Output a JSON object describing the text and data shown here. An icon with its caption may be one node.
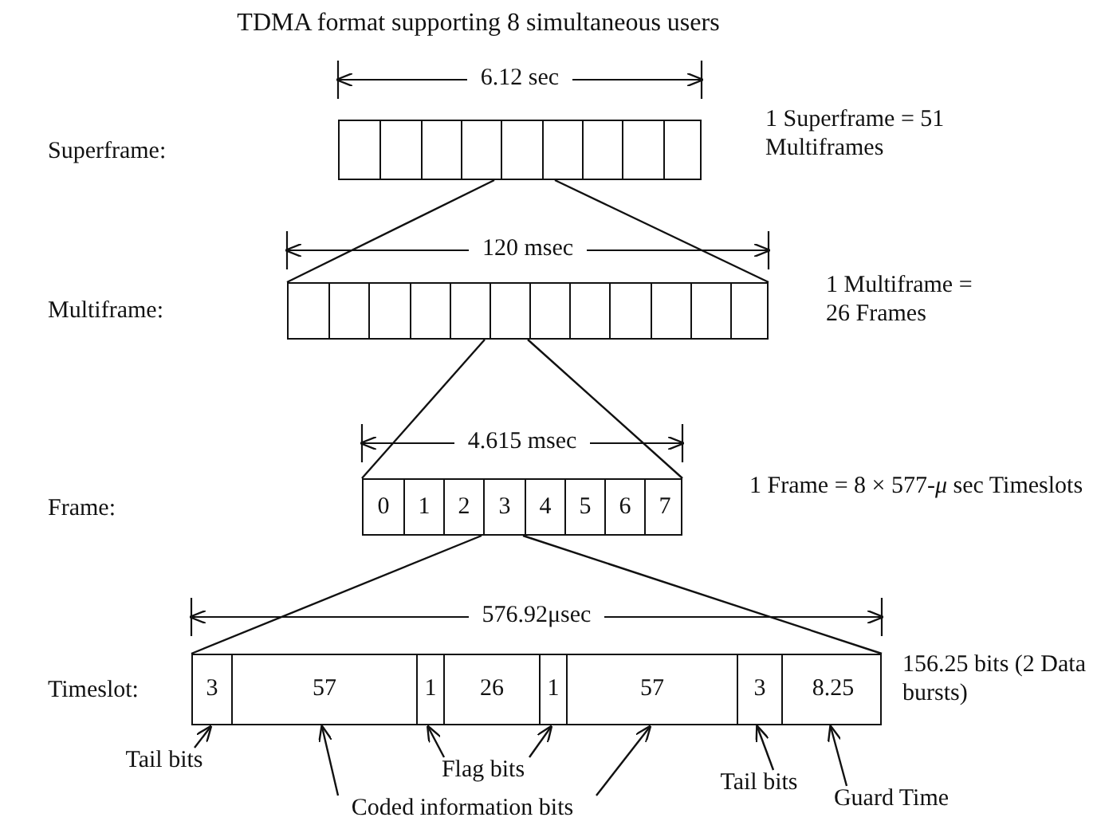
{
  "diagram": {
    "title": "TDMA format supporting 8 simultaneous users",
    "nodes": [
      {
        "text": [],
        "shape": "bar",
        "beside": [
          "1 Superframe = 51 Multiframes"
        ]
      },
      {
        "text": [],
        "shape": "bar",
        "beside": [
          "1 Multiframe = 26 Frames"
        ]
      },
      {
        "text": [],
        "shape": "bar",
        "beside": [
          "1 Frame = 8 × 577-*μ* sec Timeslots"
        ]
      },
      {
        "text": [
          "0"
        ],
        "in": 2
      },
      {
        "text": [
          "1"
        ],
        "in": 2
      },
      {
        "text": [
          "2"
        ],
        "in": 2
      },
      {
        "text": [
          "3"
        ],
        "in": 2
      },
      {
        "text": [
          "4"
        ],
        "in": 2
      },
      {
        "text": [
          "5"
        ],
        "in": 2
      },
      {
        "text": [
          "6"
        ],
        "in": 2
      },
      {
        "text": [
          "7"
        ],
        "in": 2
      },
      {
        "text": [],
        "shape": "bar",
        "beside": [
          "156.25 bits (2 Data bursts)"
        ]
      },
      {
        "text": [
          "3"
        ],
        "in": 11
      },
      {
        "text": [
          "57"
        ],
        "in": 11
      },
      {
        "text": [
          "1"
        ],
        "in": 11
      },
      {
        "text": [
          "26"
        ],
        "in": 11
      },
      {
        "text": [
          "1"
        ],
        "in": 11
      },
      {
        "text": [
          "57"
        ],
        "in": 11
      },
      {
        "text": [
          "3"
        ],
        "in": 11
      },
      {
        "text": [
          "8.25"
        ],
        "in": 11
      },
      {
        "text": [
          "Tail bits"
        ]
      },
      {
        "text": [
          "Flag bits"
        ]
      },
      {
        "text": [
          "Tail bits"
        ]
      },
      {
        "text": [
          "Guard Time"
        ]
      },
      {
        "text": [
          "Coded information bits"
        ]
      }
    ],
    "edges": [
      {
        "from": 0,
        "to": 1,
        "arrow": "none"
      },
      {
        "from": 0,
        "to": 1,
        "arrow": "none"
      },
      {
        "from": 1,
        "to": 2,
        "arrow": "none"
      },
      {
        "from": 1,
        "to": 2,
        "arrow": "none"
      },
      {
        "from": 6,
        "to": 11,
        "arrow": "none"
      },
      {
        "from": 6,
        "to": 11,
        "arrow": "none"
      },
      {
        "from": 20,
        "to": 12,
        "arrow": "to"
      },
      {
        "from": 24,
        "to": 13,
        "arrow": "to"
      },
      {
        "from": 21,
        "to": 14,
        "arrow": "to"
      },
      {
        "from": 21,
        "to": 16,
        "arrow": "to"
      },
      {
        "from": 24,
        "to": 17,
        "arrow": "to"
      },
      {
        "from": 22,
        "to": 18,
        "arrow": "to"
      },
      {
        "from": 23,
        "to": 19,
        "arrow": "to"
      }
    ],
    "labels": [
      "6.12 sec",
      "Superframe:",
      "120 msec",
      "Multiframe:",
      "4.615 msec",
      "Frame:",
      "576.92μsec",
      "Timeslot:"
    ]
  }
}
